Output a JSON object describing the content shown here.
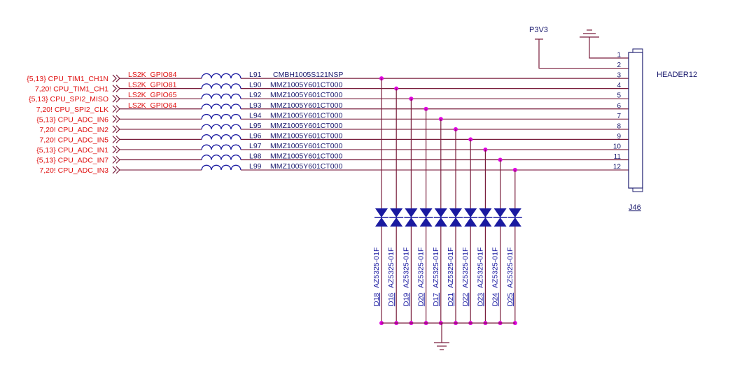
{
  "power": {
    "net": "P3V3"
  },
  "connector": {
    "ref": "J46",
    "part": "HEADER12",
    "pins": [
      "1",
      "2",
      "3",
      "4",
      "5",
      "6",
      "7",
      "8",
      "9",
      "10",
      "11",
      "12"
    ]
  },
  "signals": [
    "{5,13} CPU_TIM1_CH1N",
    "7,20! CPU_TIM1_CH1",
    "{5,13} CPU_SPI2_MISO",
    "7,20! CPU_SPI2_CLK",
    "{5,13} CPU_ADC_IN6",
    "7,20! CPU_ADC_IN2",
    "7,20! CPU_ADC_IN5",
    "{5,13} CPU_ADC_IN1",
    "{5,13} CPU_ADC_IN7",
    "7,20! CPU_ADC_IN3"
  ],
  "gpio_labels": [
    "LS2K_GPIO84",
    "LS2K_GPIO81",
    "LS2K_GPIO65",
    "LS2K_GPIO64"
  ],
  "inductors": [
    {
      "ref": "L91",
      "part": "CMBH1005S121NSP"
    },
    {
      "ref": "L90",
      "part": "MMZ1005Y601CT000"
    },
    {
      "ref": "L92",
      "part": "MMZ1005Y601CT000"
    },
    {
      "ref": "L93",
      "part": "MMZ1005Y601CT000"
    },
    {
      "ref": "L94",
      "part": "MMZ1005Y601CT000"
    },
    {
      "ref": "L95",
      "part": "MMZ1005Y601CT000"
    },
    {
      "ref": "L96",
      "part": "MMZ1005Y601CT000"
    },
    {
      "ref": "L97",
      "part": "MMZ1005Y601CT000"
    },
    {
      "ref": "L98",
      "part": "MMZ1005Y601CT000"
    },
    {
      "ref": "L99",
      "part": "MMZ1005Y601CT000"
    }
  ],
  "diodes": [
    {
      "ref": "D18",
      "part": "AZ5325-01F"
    },
    {
      "ref": "D16",
      "part": "AZ5325-01F"
    },
    {
      "ref": "D19",
      "part": "AZ5325-01F"
    },
    {
      "ref": "D20",
      "part": "AZ5325-01F"
    },
    {
      "ref": "D17",
      "part": "AZ5325-01F"
    },
    {
      "ref": "D21",
      "part": "AZ5325-01F"
    },
    {
      "ref": "D22",
      "part": "AZ5325-01F"
    },
    {
      "ref": "D23",
      "part": "AZ5325-01F"
    },
    {
      "ref": "D24",
      "part": "AZ5325-01F"
    },
    {
      "ref": "D25",
      "part": "AZ5325-01F"
    }
  ],
  "colors": {
    "wire": "#7a1f3d",
    "signal_text": "#e01010",
    "part_text": "#1a1a6e",
    "junction": "#e000e0",
    "component": "#1a1aa0"
  }
}
